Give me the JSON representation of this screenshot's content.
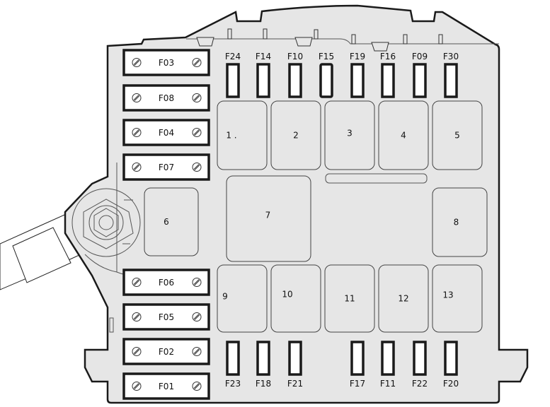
{
  "diagram": {
    "colors": {
      "body": "#e6e6e6",
      "outline": "#1a1a1a",
      "fuse_fill": "#ffffff"
    },
    "maxi_fuses_top": [
      "F03",
      "F08",
      "F04",
      "F07"
    ],
    "maxi_fuses_bottom": [
      "F06",
      "F05",
      "F02",
      "F01"
    ],
    "mini_fuses_top": [
      "F24",
      "F14",
      "F10",
      "F15",
      "F19",
      "F16",
      "F09",
      "F30"
    ],
    "mini_fuses_bottom": [
      "F23",
      "F18",
      "F21",
      "F17",
      "F11",
      "F22",
      "F20"
    ],
    "relays": [
      "1 .",
      "2",
      "3",
      "4",
      "5",
      "6",
      "7",
      "8",
      "9",
      "10",
      "11",
      "12",
      "13"
    ]
  }
}
